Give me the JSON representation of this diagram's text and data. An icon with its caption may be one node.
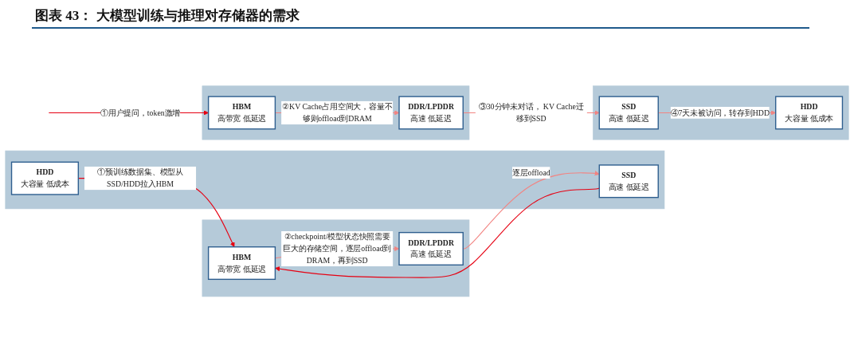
{
  "diagram": {
    "title": "图表 43： 大模型训练与推理对存储器的需求",
    "nodes": [
      {
        "text": [],
        "shape": "box"
      },
      {
        "text": [
          "HBM",
          "高带宽 低延迟"
        ],
        "in": 0
      },
      {
        "text": [
          "DDR/LPDDR",
          "高速 低延迟"
        ],
        "in": 0
      },
      {
        "text": [],
        "shape": "box"
      },
      {
        "text": [
          "HDD",
          "大容量 低成本"
        ],
        "in": 3
      },
      {
        "text": [
          "SSD",
          "高速 低延迟"
        ],
        "in": 3
      },
      {
        "text": [],
        "shape": "box"
      },
      {
        "text": [
          "HBM",
          "高带宽 低延迟"
        ],
        "in": 6
      },
      {
        "text": [
          "DDR/LPDDR",
          "高速 低延迟"
        ],
        "in": 6
      },
      {
        "text": [],
        "shape": "box"
      },
      {
        "text": [
          "SSD",
          "高速 低延迟"
        ],
        "in": 9
      },
      {
        "text": [
          "HDD",
          "大容量 低成本"
        ],
        "in": 9
      }
    ],
    "edges": [
      {
        "from": 1,
        "to": 2,
        "arrow": "to",
        "label": "②checkpoint/模型状态快照需要巨大的存储空间，逐层offload到DRAM，再到SSD"
      },
      {
        "from": 2,
        "to": 5,
        "arrow": "to",
        "label": "逐层offload"
      },
      {
        "from": 4,
        "to": 1,
        "arrow": "to",
        "label": "①预训练数据集、模型从SSD/HDD拉入HBM",
        "color": "#e60012"
      },
      {
        "from": 5,
        "to": 1,
        "arrow": "to",
        "color": "#e60012"
      },
      {
        "from": null,
        "to": 7,
        "arrow": "to",
        "label": "①用户提问，token激增",
        "color": "#e60012"
      },
      {
        "from": 7,
        "to": 8,
        "arrow": "to",
        "label": "②KV Cache占用空间大，容量不够则offload到DRAM"
      },
      {
        "from": 8,
        "to": 10,
        "arrow": "to",
        "label": "③30分钟未对话， KV Cache迁移到SSD"
      },
      {
        "from": 10,
        "to": 11,
        "arrow": "to",
        "label": "④7天未被访问，转存到HDD"
      }
    ]
  }
}
